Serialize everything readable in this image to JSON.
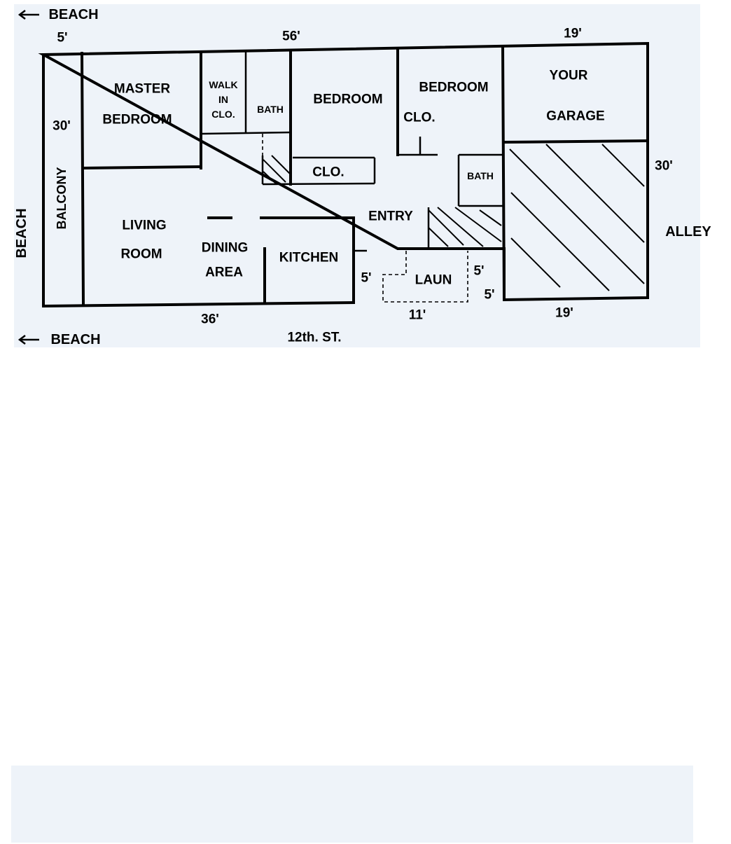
{
  "colors": {
    "background": "#ffffff",
    "paper_tint": "#eef3f9",
    "ink": "#000000"
  },
  "labels": {
    "beach_top": "BEACH",
    "beach_side": "BEACH",
    "beach_bottom": "BEACH",
    "street": "12th. ST.",
    "alley": "ALLEY"
  },
  "rooms": {
    "balcony": "BALCONY",
    "master_1": "MASTER",
    "master_2": "BEDROOM",
    "walk_1": "WALK",
    "walk_2": "IN",
    "walk_3": "CLO.",
    "bath_a": "BATH",
    "bedroom_a": "BEDROOM",
    "bedroom_b": "BEDROOM",
    "closet_a": "CLO.",
    "closet_b": "CLO.",
    "bath_b": "BATH",
    "garage_1": "YOUR",
    "garage_2": "GARAGE",
    "living_1": "LIVING",
    "living_2": "ROOM",
    "dining_1": "DINING",
    "dining_2": "AREA",
    "kitchen": "KITCHEN",
    "entry": "ENTRY",
    "laun": "LAUN"
  },
  "dims": {
    "top_left": "5'",
    "top_mid": "56'",
    "top_right": "19'",
    "left_side": "30'",
    "right_side": "30'",
    "bottom_left": "36'",
    "bottom_mid": "11'",
    "bottom_right": "19'",
    "kitchen_step": "5'",
    "laun_top": "5'",
    "laun_bottom": "5'"
  }
}
